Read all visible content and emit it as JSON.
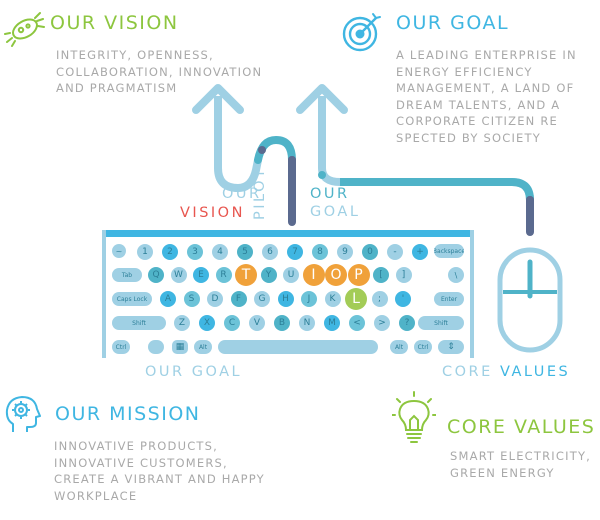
{
  "vision": {
    "title": "OUR VISION",
    "lines": [
      "INTEGRITY, OPENNESS,",
      "COLLABORATION, INNOVATION",
      "AND PRAGMATISM"
    ]
  },
  "goal": {
    "title": "OUR GOAL",
    "lines": [
      "A LEADING ENTERPRISE IN",
      "ENERGY EFFICIENCY",
      "MANAGEMENT, A LAND OF",
      "DREAM TALENTS, AND A",
      "CORPORATE CITIZEN RE",
      "SPECTED BY SOCIETY"
    ]
  },
  "mission": {
    "title": "OUR MISSION",
    "lines": [
      "INNOVATIVE PRODUCTS,",
      "INNOVATIVE CUSTOMERS,",
      "CREATE A VIBRANT AND HAPPY WORKPLACE"
    ]
  },
  "values": {
    "title": "CORE VALUES",
    "lines": [
      "SMART ELECTRICITY,",
      "GREEN ENERGY"
    ]
  },
  "diagram": {
    "our_vision_line1": "OUR",
    "our_vision_line2": "VISION",
    "pilot": "PILOT",
    "our_goal_line1": "OUR",
    "our_goal_line2": "GOAL",
    "kbd_our_goal": "OUR GOAL",
    "core": "CORE",
    "values": "VALUES"
  },
  "keyboard": {
    "highlight_letters": [
      "T",
      "I",
      "O",
      "P",
      "L"
    ],
    "row1": [
      "~",
      "1",
      "2",
      "3",
      "4",
      "5",
      "6",
      "7",
      "8",
      "9",
      "0",
      "-",
      "+",
      "Backspace"
    ],
    "row2_prefix": "Tab",
    "row2": [
      "Q",
      "W",
      "E",
      "R",
      "T",
      "Y",
      "U",
      "I",
      "O",
      "P",
      "[",
      "]",
      "\\"
    ],
    "row3_prefix": "Caps Lock",
    "row3": [
      "A",
      "S",
      "D",
      "F",
      "G",
      "H",
      "J",
      "K",
      "L",
      ";",
      "'"
    ],
    "row3_suffix": "Enter",
    "row4_prefix": "Shift",
    "row4": [
      "Z",
      "X",
      "C",
      "V",
      "B",
      "N",
      "M",
      "<",
      ">",
      "?"
    ],
    "row4_suffix": "Shift",
    "row5": [
      "Ctrl",
      "Alt",
      "Alt",
      "Ctrl"
    ]
  },
  "colors": {
    "green": "#8dc63f",
    "blue": "#3fb6e2",
    "gray_text": "#a9a9a9",
    "dark_pipe": "#5b6a8f",
    "teal_pipe": "#4fb3c8",
    "light_pipe": "#9fd0e4",
    "orange_key": "#f0a13a",
    "green_key": "#a3cc57",
    "red_label": "#e8564f"
  },
  "icons": {
    "vision": "bacteria-icon",
    "goal": "target-icon",
    "mission": "head-gear-icon",
    "values": "lightbulb-icon"
  }
}
